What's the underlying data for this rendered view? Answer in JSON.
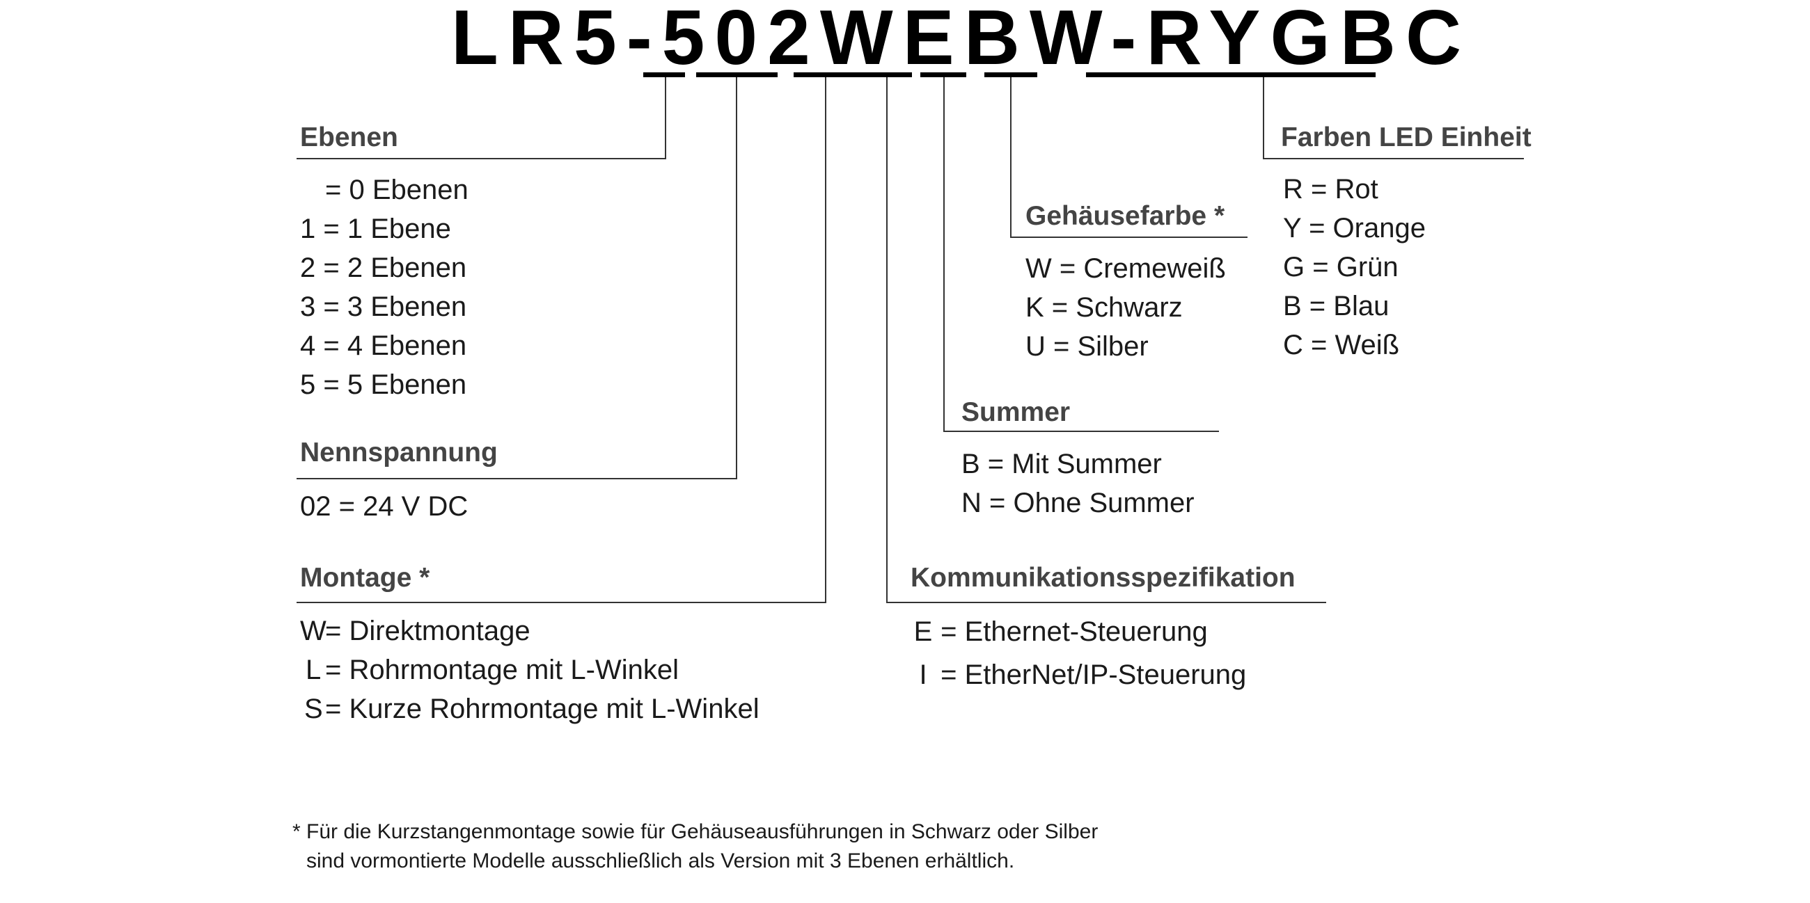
{
  "code": {
    "prefix": "LR5-",
    "levels": "5",
    "voltage": "02",
    "mounting": "W",
    "comm": "E",
    "buzzer": "B",
    "housing": "W",
    "sep": "-",
    "colors": "RYGBC"
  },
  "ebenen": {
    "heading": "Ebenen",
    "items": [
      "= 0 Ebenen",
      "1 = 1 Ebene",
      "2 = 2 Ebenen",
      "3 = 3 Ebenen",
      "4 = 4 Ebenen",
      "5 = 5 Ebenen"
    ]
  },
  "nennspannung": {
    "heading": "Nennspannung",
    "items": [
      "02 = 24 V DC"
    ]
  },
  "montage": {
    "heading": "Montage *",
    "items": [
      {
        "key": "W",
        "text": "= Direktmontage"
      },
      {
        "key": "L",
        "text": "= Rohrmontage mit L-Winkel"
      },
      {
        "key": "S",
        "text": "= Kurze Rohrmontage mit L-Winkel"
      }
    ]
  },
  "kommunikation": {
    "heading": "Kommunikationsspezifikation",
    "items": [
      {
        "key": "E",
        "text": "= Ethernet-Steuerung"
      },
      {
        "key": "I",
        "text": "= EtherNet/IP-Steuerung"
      }
    ]
  },
  "summer": {
    "heading": "Summer",
    "items": [
      "B = Mit Summer",
      "N = Ohne Summer"
    ]
  },
  "gehaeusefarbe": {
    "heading": "Gehäusefarbe *",
    "items": [
      "W = Cremeweiß",
      "K = Schwarz",
      "U = Silber"
    ]
  },
  "farben": {
    "heading": "Farben LED Einheit",
    "items": [
      "R = Rot",
      "Y = Orange",
      "G = Grün",
      "B = Blau",
      "C = Weiß"
    ]
  },
  "footnote": {
    "line1": "* Für die Kurzstangenmontage sowie für Gehäuseausführungen in Schwarz oder Silber",
    "line2": "sind vormontierte Modelle ausschließlich als Version mit 3 Ebenen erhältlich."
  }
}
